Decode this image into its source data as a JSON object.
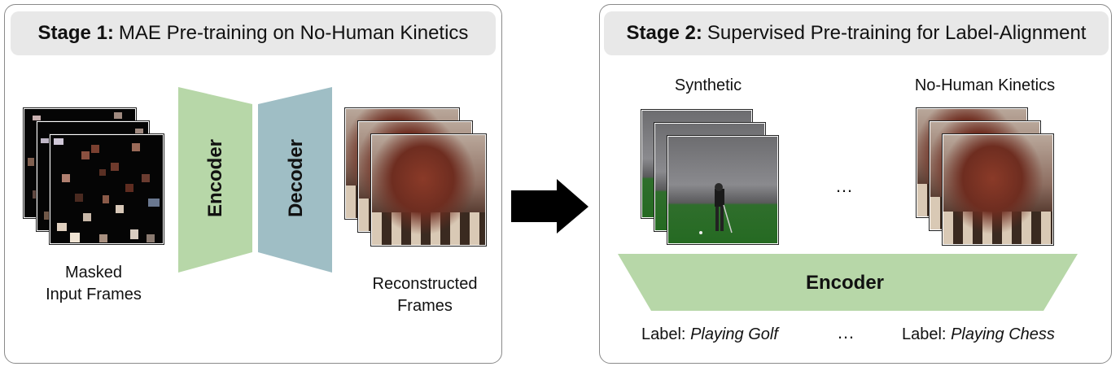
{
  "stage1": {
    "title_bold": "Stage 1:",
    "title_rest": "MAE Pre-training on No-Human Kinetics",
    "encoder_label": "Encoder",
    "decoder_label": "Decoder",
    "masked_label_line1": "Masked",
    "masked_label_line2": "Input Frames",
    "recon_label_line1": "Reconstructed",
    "recon_label_line2": "Frames"
  },
  "stage2": {
    "title_bold": "Stage 2:",
    "title_rest": "Supervised Pre-training for Label-Alignment",
    "synthetic_label": "Synthetic",
    "kinetics_label": "No-Human Kinetics",
    "ellipsis_middle": "…",
    "encoder_label": "Encoder",
    "label_prefix": "Label:",
    "label_golf": "Playing Golf",
    "label_chess": "Playing Chess",
    "ellipsis_bottom": "…"
  },
  "colors": {
    "encoder": "#b7d7a8",
    "decoder": "#9fbec5",
    "header_bg": "#e8e8e8",
    "arrow": "#000000"
  },
  "icons": [
    "right-arrow-icon"
  ]
}
